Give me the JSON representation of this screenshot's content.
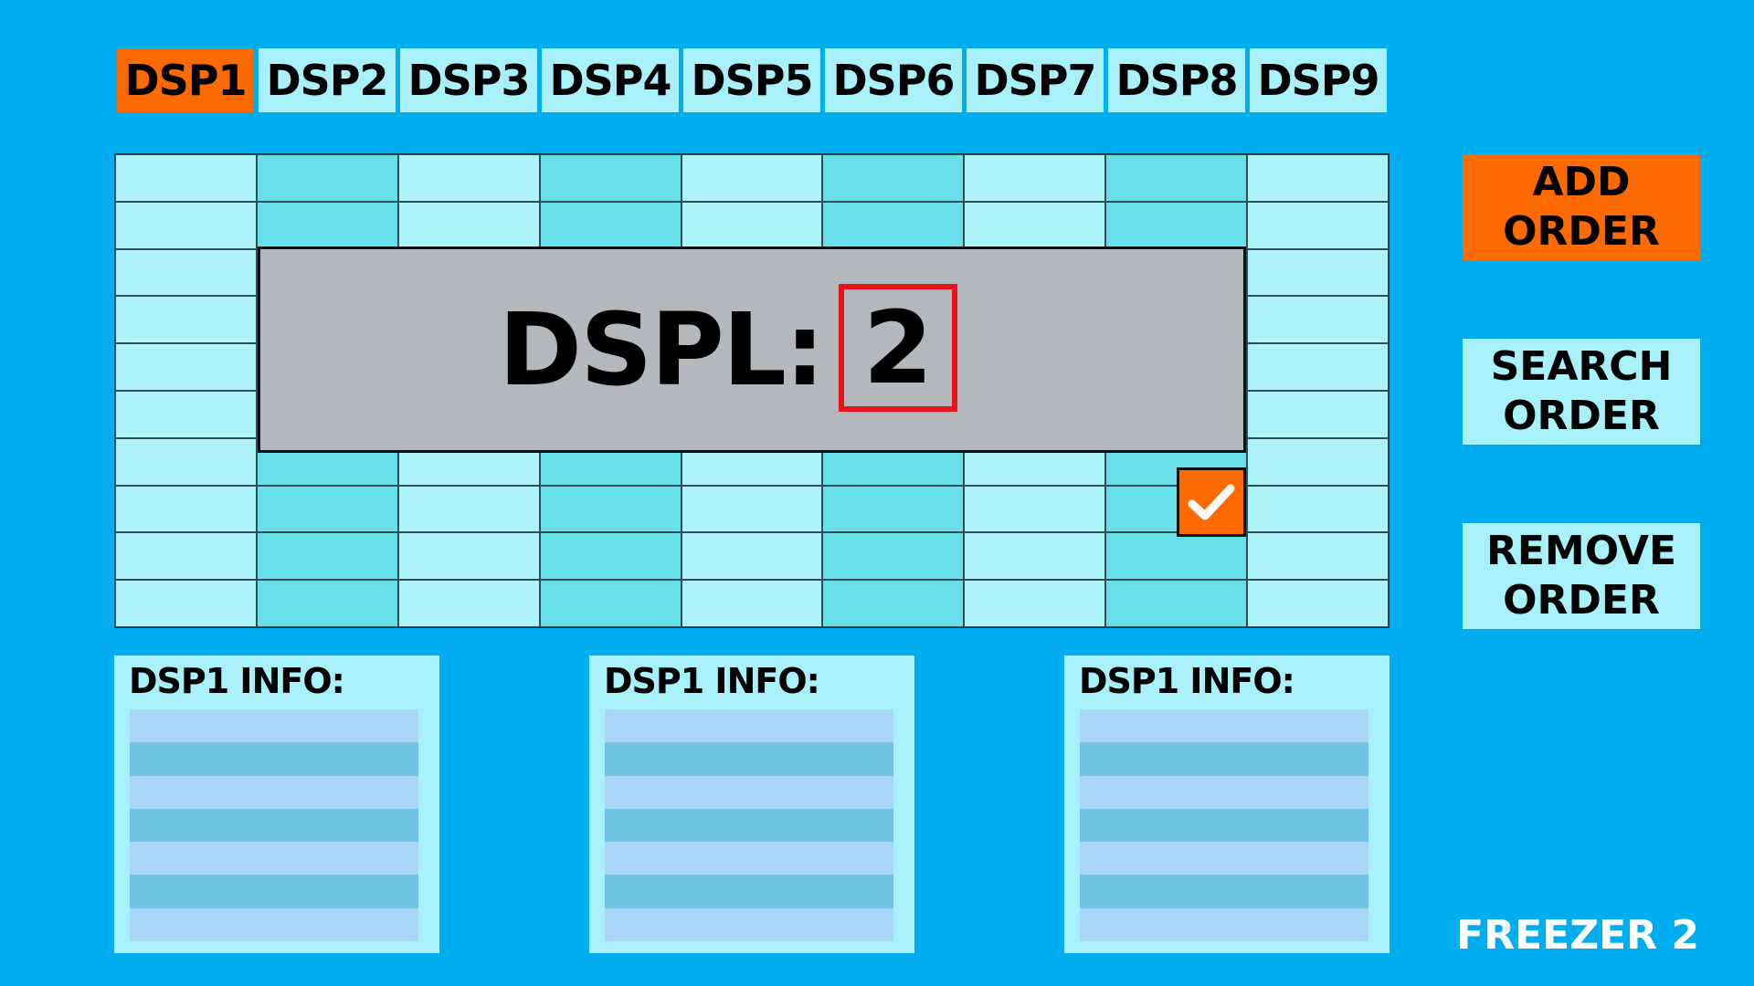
{
  "tabs": [
    {
      "label": "DSP1",
      "active": true
    },
    {
      "label": "DSP2"
    },
    {
      "label": "DSP3"
    },
    {
      "label": "DSP4"
    },
    {
      "label": "DSP5"
    },
    {
      "label": "DSP6"
    },
    {
      "label": "DSP7"
    },
    {
      "label": "DSP8"
    },
    {
      "label": "DSP9"
    }
  ],
  "display": {
    "label": "DSPL:",
    "value": "2"
  },
  "buttons": {
    "add_line1": "ADD",
    "add_line2": "ORDER",
    "search_line1": "SEARCH",
    "search_line2": "ORDER",
    "remove_line1": "REMOVE",
    "remove_line2": "ORDER"
  },
  "info_panels": [
    {
      "title": "DSP1 INFO:"
    },
    {
      "title": "DSP1 INFO:"
    },
    {
      "title": "DSP1 INFO:"
    }
  ],
  "footer": "FREEZER 2",
  "colors": {
    "background": "#00AEEF",
    "accent": "#FF6A00",
    "cell_light": "#ADF3FA",
    "cell_dark": "#68E0EA",
    "highlight_red": "#E8121B"
  },
  "icons": {
    "confirm": "checkmark-icon"
  }
}
